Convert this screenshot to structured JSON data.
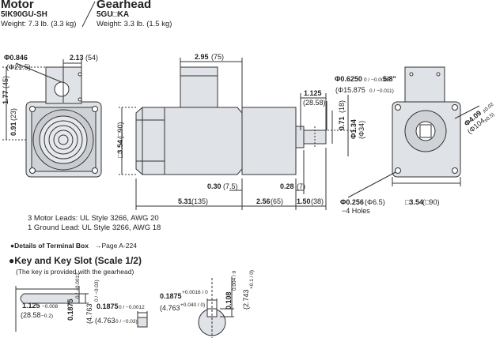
{
  "header": {
    "motor_title": "Motor",
    "motor_model": "5IK90GU-SH",
    "motor_weight": "Weight: 7.3 lb. (3.3 kg)",
    "gearhead_title": "Gearhead",
    "gearhead_model": "5GU□KA",
    "gearhead_weight": "Weight: 3.3 lb. (1.5 kg)"
  },
  "dims": {
    "d0846": "Φ0.846",
    "d0846_mm": "(Φ21.5)",
    "d213": "2.13",
    "d213_mm": "(54)",
    "d177": "1.77",
    "d177_mm": "(45)",
    "d091": "0.91",
    "d091_mm": "(23)",
    "d354sq": "□3.54",
    "d354sq_mm": "(□90)",
    "d295": "2.95",
    "d295_mm": "(75)",
    "d1125": "1.125",
    "d1125_mm": "(28.58)",
    "d06250": "Φ0.6250",
    "d06250_tol": "0 / −0.0005",
    "d58": "5/8\"",
    "d15875": "(Φ15.875",
    "d15875_tol": "0 / −0.011)",
    "d071": "0.71",
    "d071_mm": "(18)",
    "d134": "Φ1.34",
    "d134_mm": "(Φ34)",
    "d409": "Φ4.09",
    "d409_tol": "±0.02",
    "d104": "(Φ104",
    "d104_tol": "±0.5)",
    "d030": "0.30",
    "d030_mm": "(7.5)",
    "d028": "0.28",
    "d028_mm": "(7)",
    "d531": "5.31",
    "d531_mm": "(135)",
    "d256": "2.56",
    "d256_mm": "(65)",
    "d150": "1.50",
    "d150_mm": "(38)",
    "d0256": "Φ0.256",
    "d0256_mm": "(Φ6.5)",
    "holes": "−4 Holes",
    "d354b": "□3.54",
    "d354b_mm": "(□90)"
  },
  "notes": {
    "leads1": "3 Motor Leads: UL Style 3266, AWG 20",
    "leads2": "1 Ground Lead: UL Style 3266, AWG 18",
    "terminal_label": "●Details of Terminal Box",
    "terminal_ref": "→Page A-224",
    "key_title": "●Key and Key Slot (Scale 1/2)",
    "key_sub": "(The key is provided with the gearhead)"
  },
  "key_dims": {
    "k1125": "1.125",
    "k1125_tol": "−0.008",
    "k2858": "(28.58",
    "k2858_tol": "−0.2)",
    "k01875v": "0.1875",
    "k01875v_tol": "0 / −0.0012",
    "k4763v": "(4.763",
    "k4763v_tol": "0 / −0.03)",
    "k01875": "0.1875",
    "k01875_tol": "0 / −0.0012",
    "k4763": "(4.763",
    "k4763_tol": "0 / −0.03)",
    "k01875s": "0.1875",
    "k01875s_tol": "+0.0016 / 0",
    "k4763s": "(4.763",
    "k4763s_tol": "+0.040 / 0)",
    "k0108": "0.108",
    "k0108_tol": "0.004 / 0",
    "k2743": "(2.743",
    "k2743_tol": "+0.1 / 0)"
  }
}
